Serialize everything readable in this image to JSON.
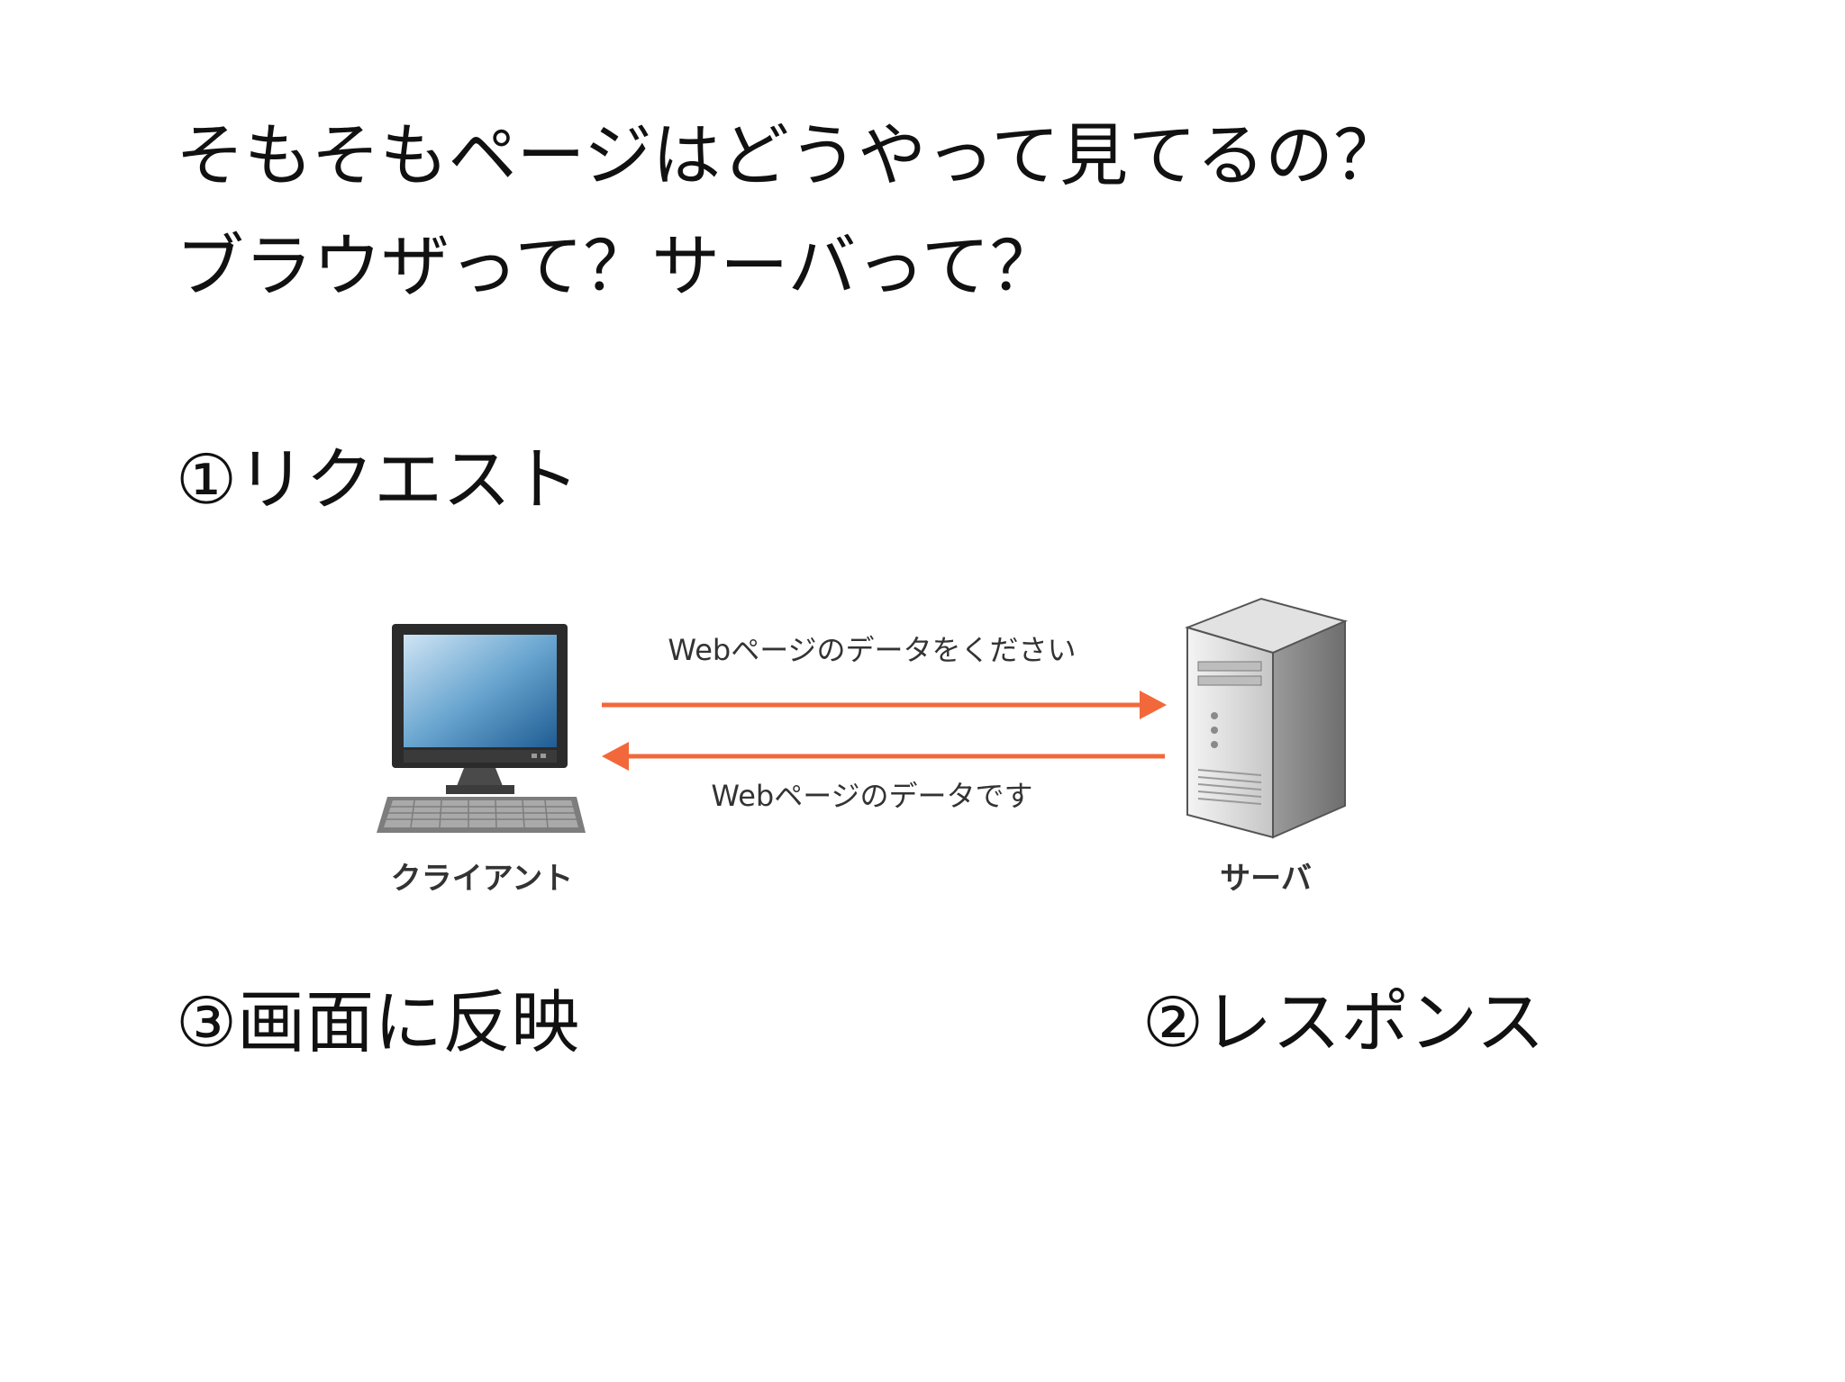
{
  "slide": {
    "title_lines": [
      "そもそもページはどうやって見てるの？",
      "ブラウザって？サーバって？"
    ],
    "steps": {
      "request": "①リクエスト",
      "response": "②レスポンス",
      "render": "③画面に反映"
    }
  },
  "diagram": {
    "client_label": "クライアント",
    "server_label": "サーバ",
    "request_message": "Webページのデータをください",
    "response_message": "Webページのデータです",
    "arrow_color": "#f2683a"
  }
}
